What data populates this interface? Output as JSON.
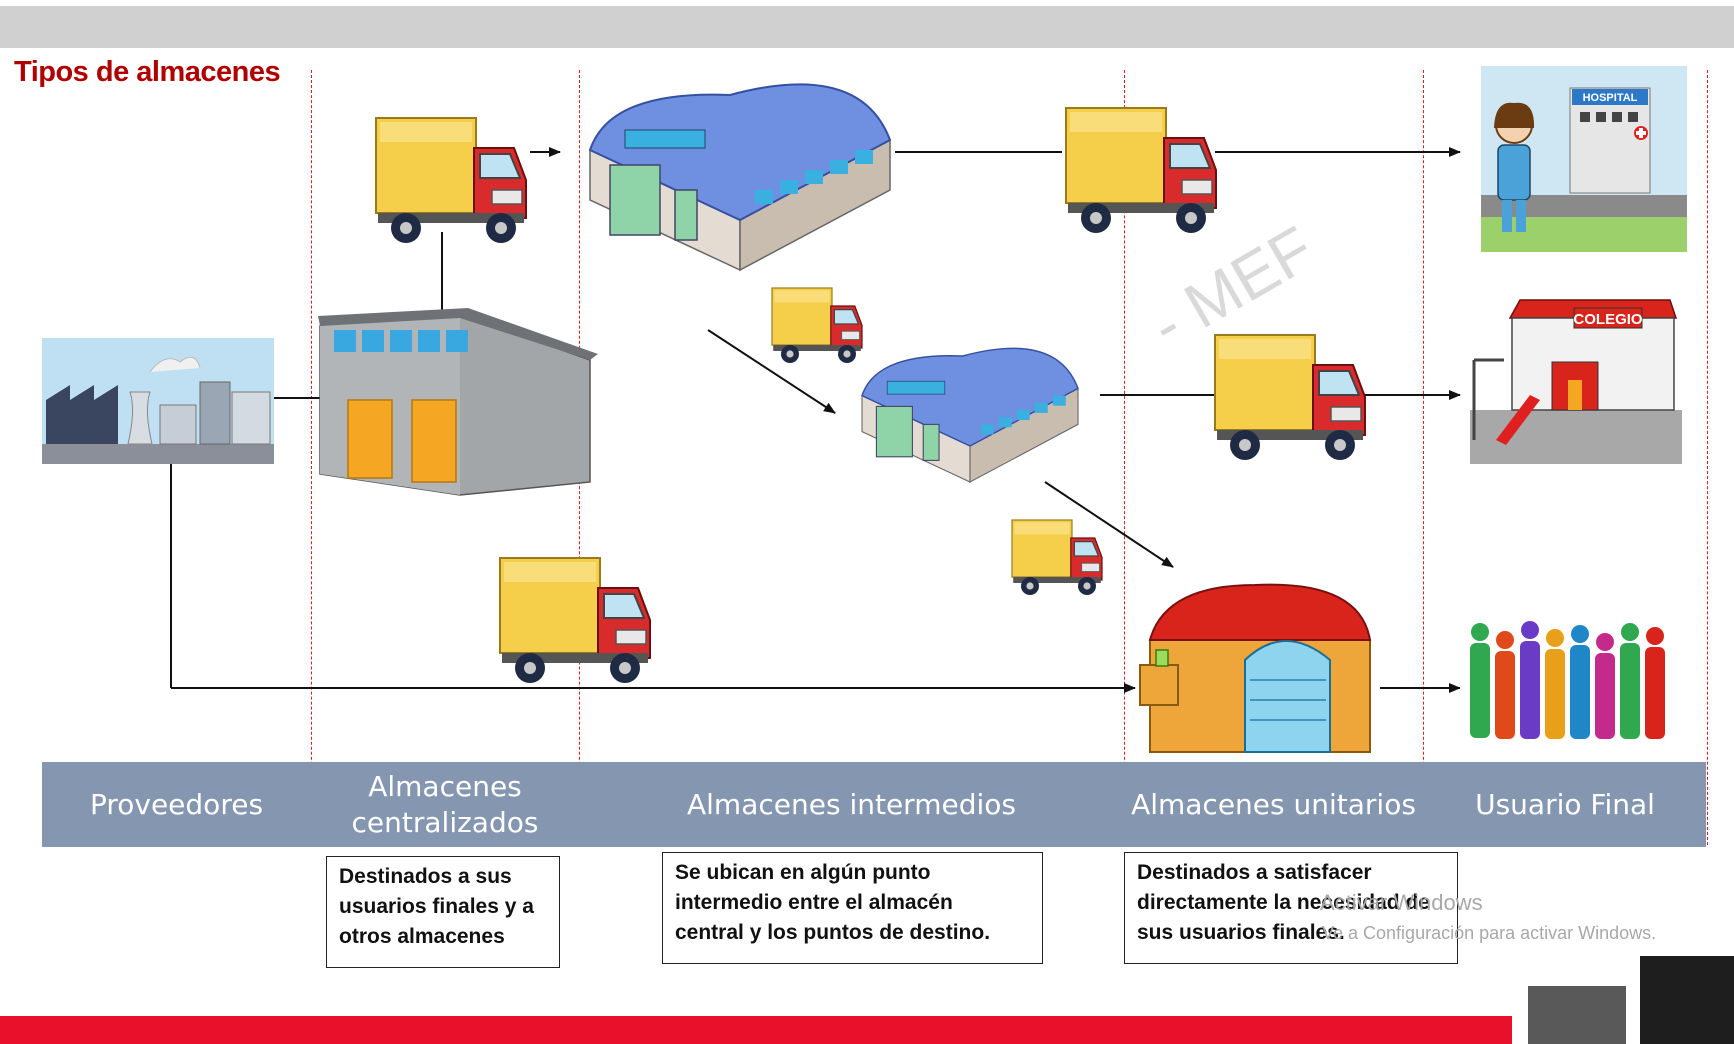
{
  "title": "Tipos de almacenes",
  "watermark": "- MEF",
  "columns": [
    {
      "label": "Proveedores"
    },
    {
      "label": "Almacenes\ncentralizados"
    },
    {
      "label": "Almacenes intermedios"
    },
    {
      "label": "Almacenes unitarios"
    },
    {
      "label": "Usuario Final"
    }
  ],
  "descriptions": {
    "centralizados": "Destinados a sus\nusuarios finales y a\notros almacenes",
    "intermedios": "Se ubican en algún punto\nintermedio entre el almacén\ncentral y los puntos de destino.",
    "unitarios": "Destinados a satisfacer\ndirectamente la necesidad de\nsus usuarios finales."
  },
  "signs": {
    "hospital": "HOSPITAL",
    "colegio": "COLEGIO"
  },
  "activation": {
    "line1": "Activar Windows",
    "line2": "Ve a Configuración para activar Windows."
  },
  "colors": {
    "title": "#b00000",
    "band": "#8496b0",
    "bottom_bar": "#e8102a",
    "divider": "#e02020"
  }
}
